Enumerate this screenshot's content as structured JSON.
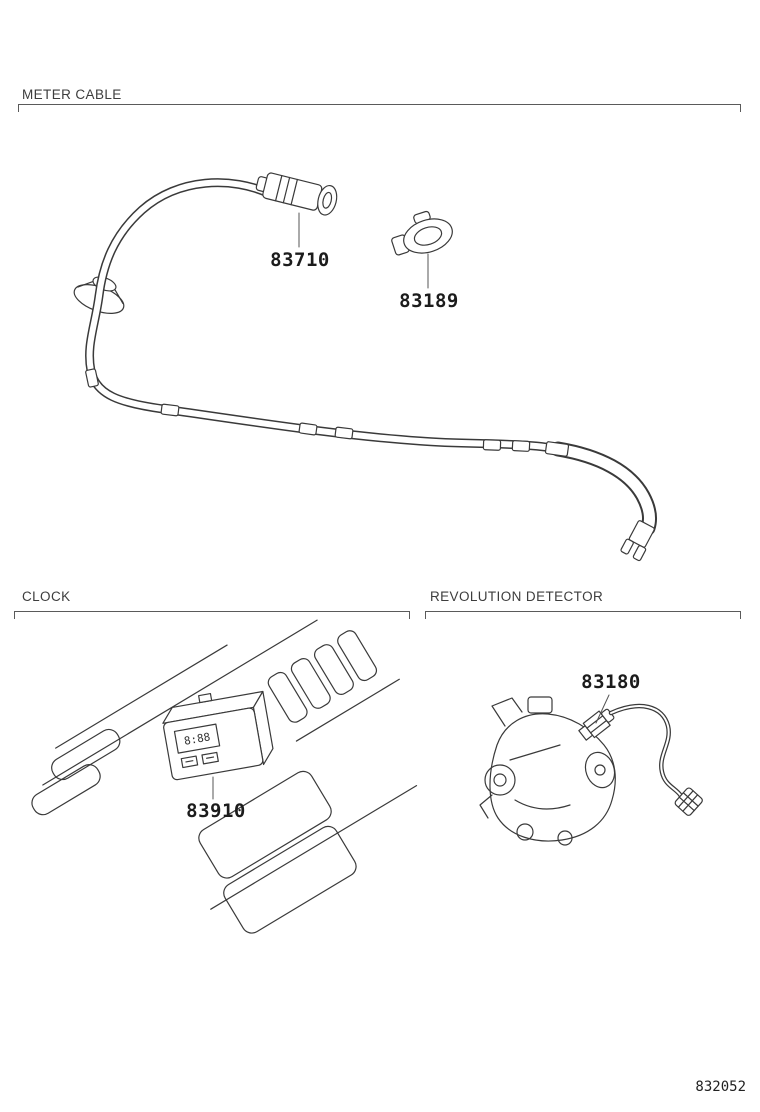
{
  "page": {
    "figure_number": "832052",
    "background": "#ffffff",
    "line_color": "#3a3a3a"
  },
  "sections": [
    {
      "label": "METER CABLE",
      "parts": [
        {
          "number": "83710",
          "name": "speedometer cable connector"
        },
        {
          "number": "83189",
          "name": "cable clamp"
        }
      ]
    },
    {
      "label": "CLOCK",
      "clock_display": "8:88",
      "parts": [
        {
          "number": "83910",
          "name": "dashboard clock unit"
        }
      ]
    },
    {
      "label": "REVOLUTION DETECTOR",
      "parts": [
        {
          "number": "83180",
          "name": "revolution sensor on injection pump"
        }
      ]
    }
  ]
}
